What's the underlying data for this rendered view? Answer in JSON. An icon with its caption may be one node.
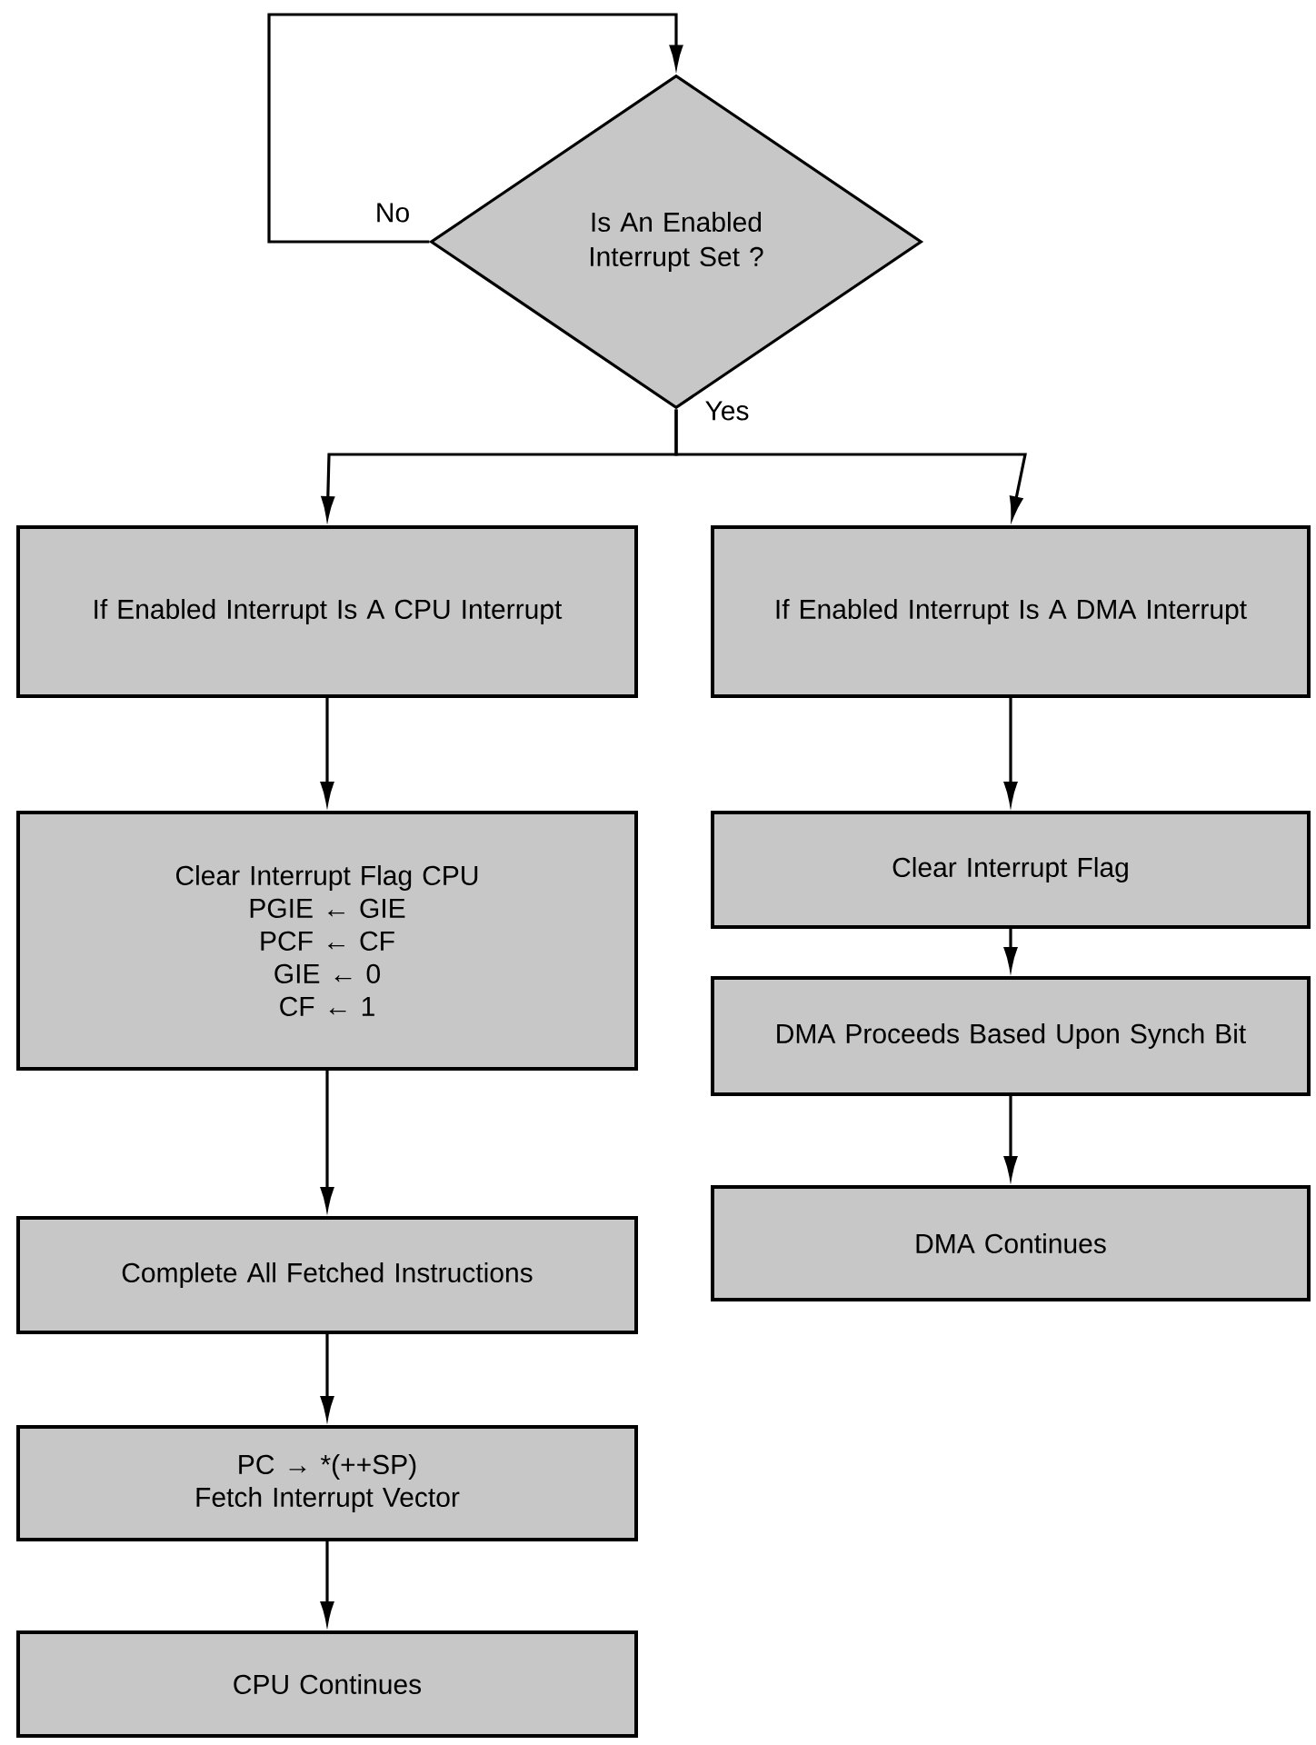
{
  "diagram": {
    "nodes": [
      {
        "text": [
          "Is An Enabled Interrupt Set ?"
        ]
      },
      {
        "text": [
          "If Enabled Interrupt Is A CPU Interrupt"
        ]
      },
      {
        "text": [
          "If Enabled Interrupt Is A DMA Interrupt"
        ]
      },
      {
        "text": [
          "Clear Interrupt Flag CPU",
          "PGIE ← GIE",
          "PCF ← CF",
          "GIE ← 0",
          "CF ← 1"
        ]
      },
      {
        "text": [
          "Complete All Fetched Instructions"
        ]
      },
      {
        "text": [
          "PC → *(++SP)",
          "Fetch Interrupt Vector"
        ]
      },
      {
        "text": [
          "CPU Continues"
        ]
      },
      {
        "text": [
          "Clear Interrupt Flag"
        ]
      },
      {
        "text": [
          "DMA Proceeds Based Upon Synch Bit"
        ]
      },
      {
        "text": [
          "DMA Continues"
        ]
      }
    ],
    "edges": [
      {
        "from": 0,
        "to": 0,
        "arrow": "to",
        "label": "No"
      },
      {
        "from": 0,
        "to": 1,
        "arrow": "to",
        "label": "Yes"
      },
      {
        "from": 0,
        "to": 2,
        "arrow": "to"
      },
      {
        "from": 1,
        "to": 3,
        "arrow": "to"
      },
      {
        "from": 3,
        "to": 4,
        "arrow": "to"
      },
      {
        "from": 4,
        "to": 5,
        "arrow": "to"
      },
      {
        "from": 5,
        "to": 6,
        "arrow": "to"
      },
      {
        "from": 2,
        "to": 7,
        "arrow": "to"
      },
      {
        "from": 7,
        "to": 8,
        "arrow": "to"
      },
      {
        "from": 8,
        "to": 9,
        "arrow": "to"
      }
    ]
  }
}
